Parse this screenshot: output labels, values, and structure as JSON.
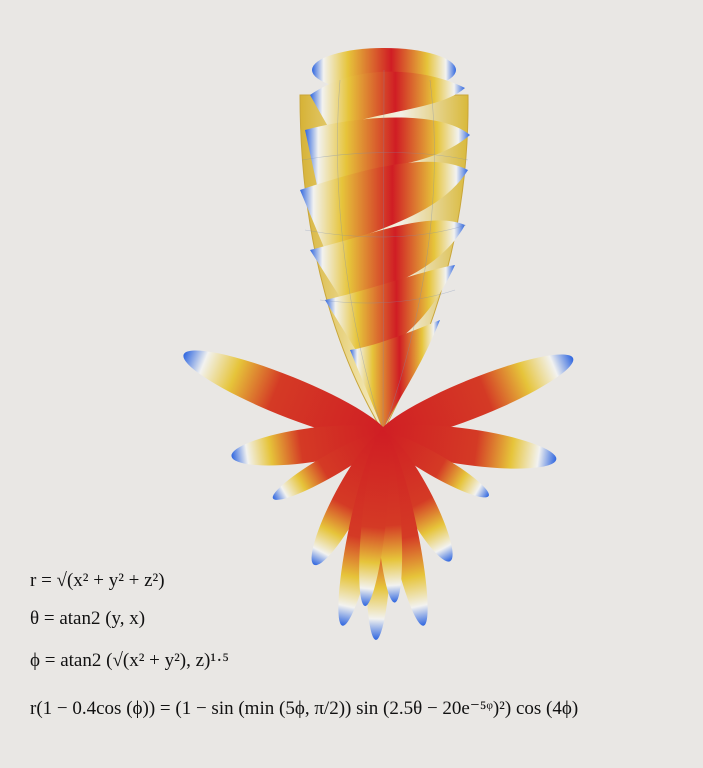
{
  "scene": {
    "background": "#e9e7e4",
    "object": "twisted-spiral-surface-with-petal-lobes",
    "colors": {
      "red": "#d01d24",
      "yellow": "#e2c72e",
      "white": "#f3f3f3",
      "blue": "#2f66df",
      "grid": "#7a8db2"
    }
  },
  "equations": {
    "r": "r = √(x² + y² + z²)",
    "theta": "θ = atan2 (y, x)",
    "phi": "ϕ = atan2 (√(x² + y²), z)¹·⁵",
    "main": "r(1 − 0.4cos (ϕ)) = (1 − sin (min (5ϕ, π/2)) sin (2.5θ − 20e⁻⁵ᵠ)²) cos (4ϕ)"
  }
}
